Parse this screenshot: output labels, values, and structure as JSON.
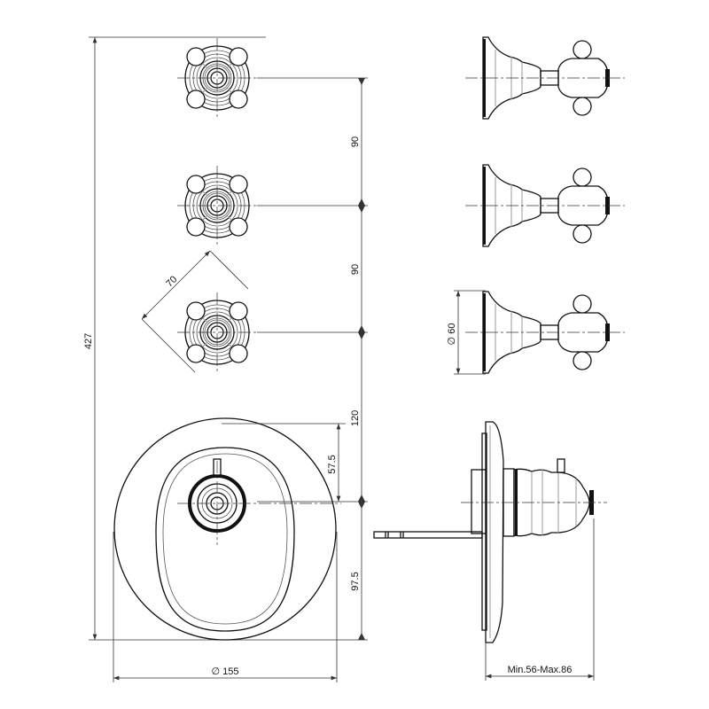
{
  "drawing": {
    "dimensions": {
      "total_height": "427",
      "spacing_1": "90",
      "spacing_2": "90",
      "spacing_3": "120",
      "handle_offset": "57.5",
      "bottom_offset": "97.5",
      "plate_diameter": "∅ 155",
      "handle_diagonal": "70",
      "rosette_diameter": "∅ 60",
      "wall_depth": "Min.56-Max.86"
    },
    "colors": {
      "line": "#111111",
      "dim": "#333333"
    }
  }
}
